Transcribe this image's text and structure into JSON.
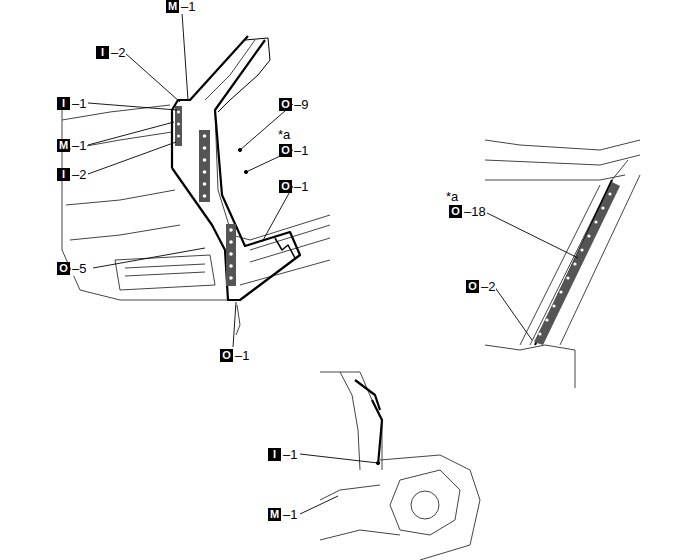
{
  "diagram": {
    "nodes": [
      {
        "text": [
          "M"
        ]
      },
      {
        "text": [
          "I"
        ]
      },
      {
        "text": [
          "I"
        ]
      },
      {
        "text": [
          "O"
        ]
      },
      {
        "text": [
          "O"
        ]
      },
      {
        "text": [
          "M"
        ]
      },
      {
        "text": [
          "I"
        ]
      },
      {
        "text": [
          "O"
        ]
      },
      {
        "text": [
          "O"
        ]
      },
      {
        "text": [
          "O"
        ]
      },
      {
        "text": [
          "O"
        ]
      },
      {
        "text": [
          "O"
        ]
      },
      {
        "text": [
          "I"
        ]
      },
      {
        "text": [
          "M"
        ]
      }
    ],
    "labels": [
      "–1",
      "–2",
      "–1",
      "–9",
      "*a",
      "–1",
      "–1",
      "–2",
      "–1",
      "*a",
      "–18",
      "–5",
      "–2",
      "–1",
      "–1",
      "–1"
    ]
  }
}
